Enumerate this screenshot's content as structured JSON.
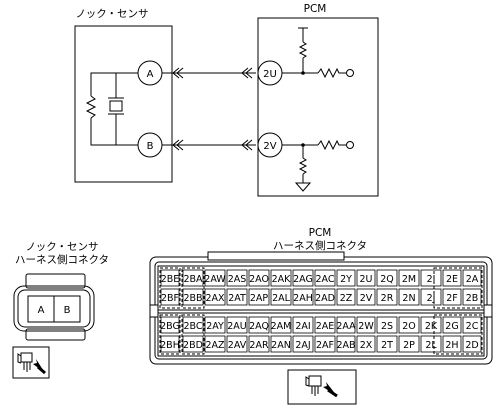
{
  "schematic": {
    "knock_sensor_title": "ノック・センサ",
    "pcm_title": "PCM",
    "sensor_pin_top": "A",
    "sensor_pin_bottom": "B",
    "pcm_pin_top": "2U",
    "pcm_pin_bottom": "2V"
  },
  "sensor_connector": {
    "title_line1": "ノック・センサ",
    "title_line2": "ハーネス側コネクタ",
    "pins": [
      "A",
      "B"
    ]
  },
  "pcm_connector": {
    "title_line1": "PCM",
    "title_line2": "ハーネス側コネクタ",
    "rows": [
      [
        "2BE",
        "2BA",
        "2AW",
        "2AS",
        "2AO",
        "2AK",
        "2AG",
        "2AC",
        "2Y",
        "2U",
        "2Q",
        "2M",
        "2I",
        "2E",
        "2A"
      ],
      [
        "2BF",
        "2BB",
        "2AX",
        "2AT",
        "2AP",
        "2AL",
        "2AH",
        "2AD",
        "2Z",
        "2V",
        "2R",
        "2N",
        "2J",
        "2F",
        "2B"
      ],
      [
        "2BG",
        "2BC",
        "2AY",
        "2AU",
        "2AQ",
        "2AM",
        "2AI",
        "2AE",
        "2AA",
        "2W",
        "2S",
        "2O",
        "2K",
        "2G",
        "2C"
      ],
      [
        "2BH",
        "2BD",
        "2AZ",
        "2AV",
        "2AR",
        "2AN",
        "2AJ",
        "2AF",
        "2AB",
        "2X",
        "2T",
        "2P",
        "2L",
        "2H",
        "2D"
      ]
    ]
  }
}
